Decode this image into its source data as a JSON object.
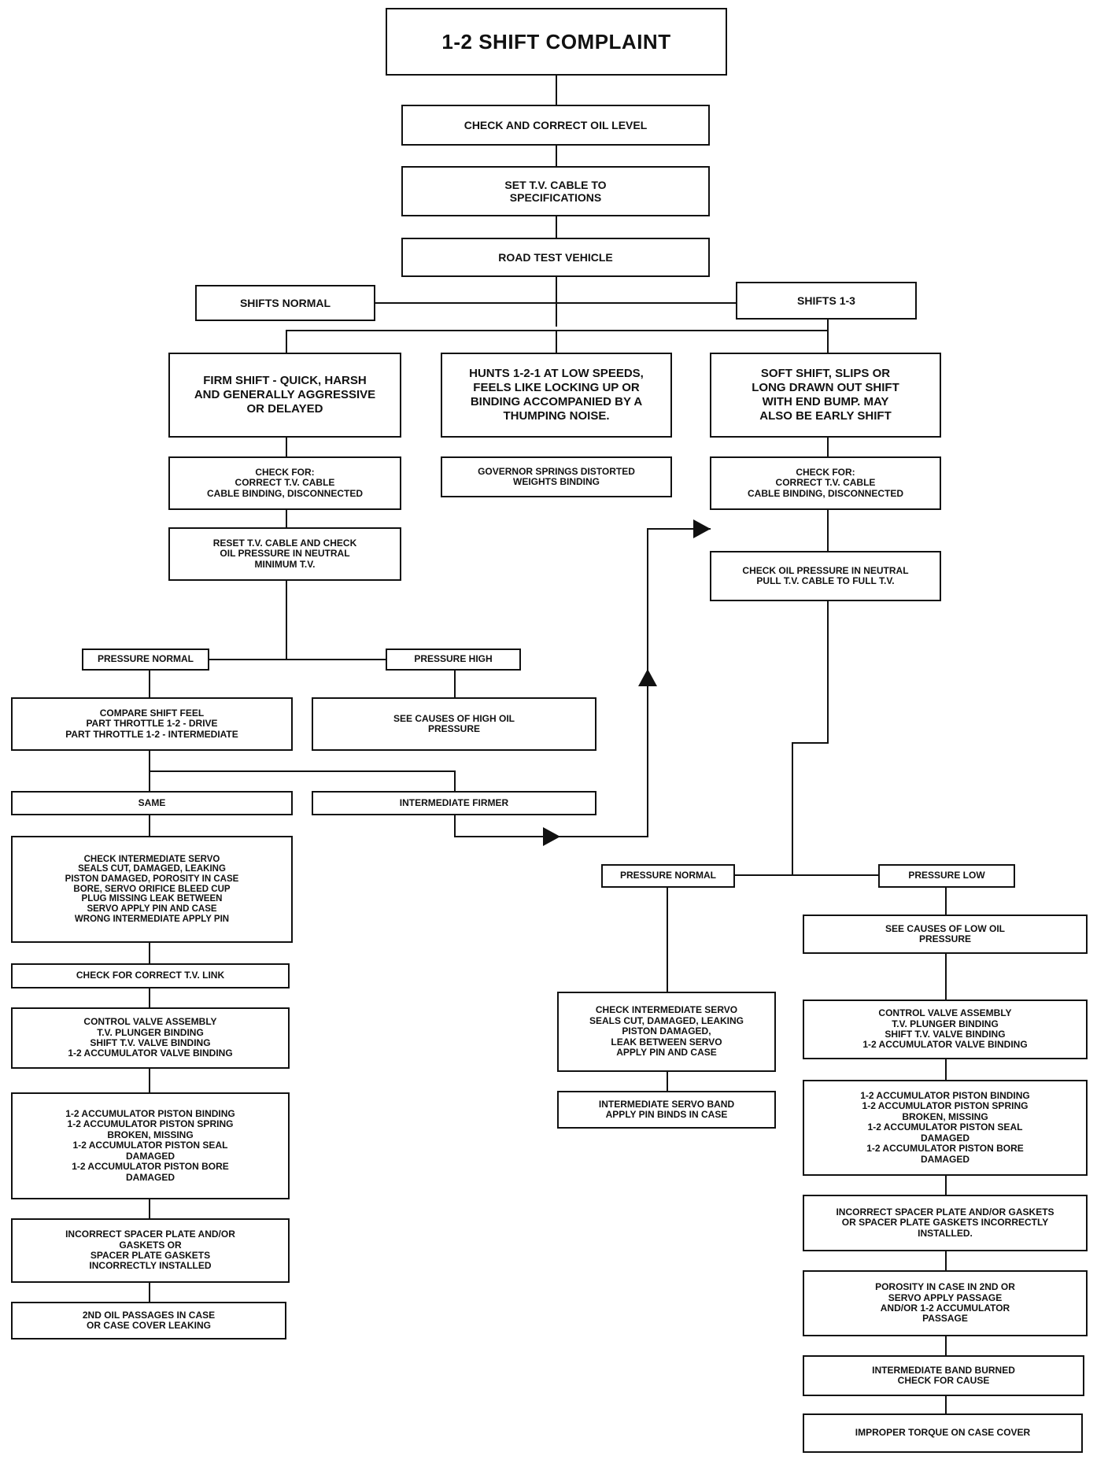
{
  "diagram": {
    "title": "1-2 SHIFT COMPLAINT",
    "steps": {
      "check_oil": "CHECK AND CORRECT OIL LEVEL",
      "set_tv": "SET T.V. CABLE TO\nSPECIFICATIONS",
      "road_test": "ROAD TEST VEHICLE",
      "shifts_normal": "SHIFTS NORMAL",
      "shifts_13": "SHIFTS 1-3"
    },
    "left": {
      "firm_shift": "FIRM SHIFT - QUICK, HARSH\nAND GENERALLY AGGRESSIVE\nOR DELAYED",
      "check_for": "CHECK FOR:\nCORRECT T.V. CABLE\nCABLE BINDING, DISCONNECTED",
      "reset_tv": "RESET T.V. CABLE AND CHECK\nOIL PRESSURE IN NEUTRAL\nMINIMUM T.V.",
      "pressure_normal": "PRESSURE NORMAL",
      "pressure_high": "PRESSURE HIGH",
      "compare": "COMPARE SHIFT FEEL\nPART THROTTLE 1-2 - DRIVE\nPART THROTTLE 1-2 - INTERMEDIATE",
      "see_high": "SEE CAUSES OF HIGH OIL\nPRESSURE",
      "same": "SAME",
      "int_firmer": "INTERMEDIATE FIRMER",
      "check_servo": "CHECK INTERMEDIATE SERVO\nSEALS CUT, DAMAGED, LEAKING\nPISTON DAMAGED, POROSITY IN CASE\nBORE, SERVO ORIFICE BLEED CUP\nPLUG MISSING            LEAK BETWEEN\nSERVO APPLY PIN AND CASE\nWRONG INTERMEDIATE APPLY PIN",
      "tv_link": "CHECK FOR CORRECT T.V. LINK",
      "control_valve": "CONTROL VALVE ASSEMBLY\nT.V. PLUNGER BINDING\nSHIFT T.V. VALVE BINDING\n1-2 ACCUMULATOR VALVE BINDING",
      "accum_piston": "1-2 ACCUMULATOR PISTON BINDING\n1-2 ACCUMULATOR PISTON SPRING\nBROKEN, MISSING\n1-2 ACCUMULATOR PISTON SEAL\nDAMAGED\n1-2 ACCUMULATOR PISTON BORE\nDAMAGED",
      "spacer": "INCORRECT SPACER PLATE AND/OR\nGASKETS OR\nSPACER PLATE GASKETS\nINCORRECTLY INSTALLED",
      "oil_passages": "2ND OIL PASSAGES IN CASE\nOR CASE COVER LEAKING"
    },
    "middle": {
      "hunts": "HUNTS 1-2-1 AT LOW SPEEDS,\nFEELS LIKE LOCKING UP OR\nBINDING ACCOMPANIED BY A\nTHUMPING NOISE.",
      "governor": "GOVERNOR SPRINGS DISTORTED\nWEIGHTS BINDING"
    },
    "right": {
      "soft_shift": "SOFT SHIFT, SLIPS OR\nLONG DRAWN OUT SHIFT\nWITH END BUMP. MAY\nALSO BE EARLY SHIFT",
      "check_for": "CHECK FOR:\nCORRECT T.V. CABLE\nCABLE BINDING, DISCONNECTED",
      "check_pressure": "CHECK OIL PRESSURE IN NEUTRAL\nPULL T.V. CABLE TO FULL T.V.",
      "pressure_normal": "PRESSURE NORMAL",
      "pressure_low": "PRESSURE LOW",
      "see_low": "SEE CAUSES OF LOW OIL\nPRESSURE",
      "check_servo": "CHECK INTERMEDIATE SERVO\nSEALS CUT, DAMAGED, LEAKING\nPISTON DAMAGED,\nLEAK BETWEEN SERVO\nAPPLY PIN AND CASE",
      "servo_band": "INTERMEDIATE SERVO BAND\nAPPLY PIN BINDS IN CASE",
      "control_valve": "CONTROL VALVE ASSEMBLY\nT.V. PLUNGER BINDING\nSHIFT T.V. VALVE BINDING\n1-2 ACCUMULATOR VALVE BINDING",
      "accum_piston": "1-2 ACCUMULATOR PISTON BINDING\n1-2 ACCUMULATOR PISTON SPRING\nBROKEN, MISSING\n1-2 ACCUMULATOR PISTON SEAL\nDAMAGED\n1-2 ACCUMULATOR PISTON BORE\nDAMAGED",
      "spacer": "INCORRECT SPACER PLATE AND/OR GASKETS\nOR SPACER PLATE GASKETS INCORRECTLY\nINSTALLED.",
      "porosity": "POROSITY IN CASE IN 2ND OR\nSERVO APPLY PASSAGE\nAND/OR 1-2 ACCUMULATOR\nPASSAGE",
      "band_burned": "INTERMEDIATE BAND BURNED\nCHECK FOR CAUSE",
      "torque": "IMPROPER TORQUE ON CASE COVER"
    }
  }
}
